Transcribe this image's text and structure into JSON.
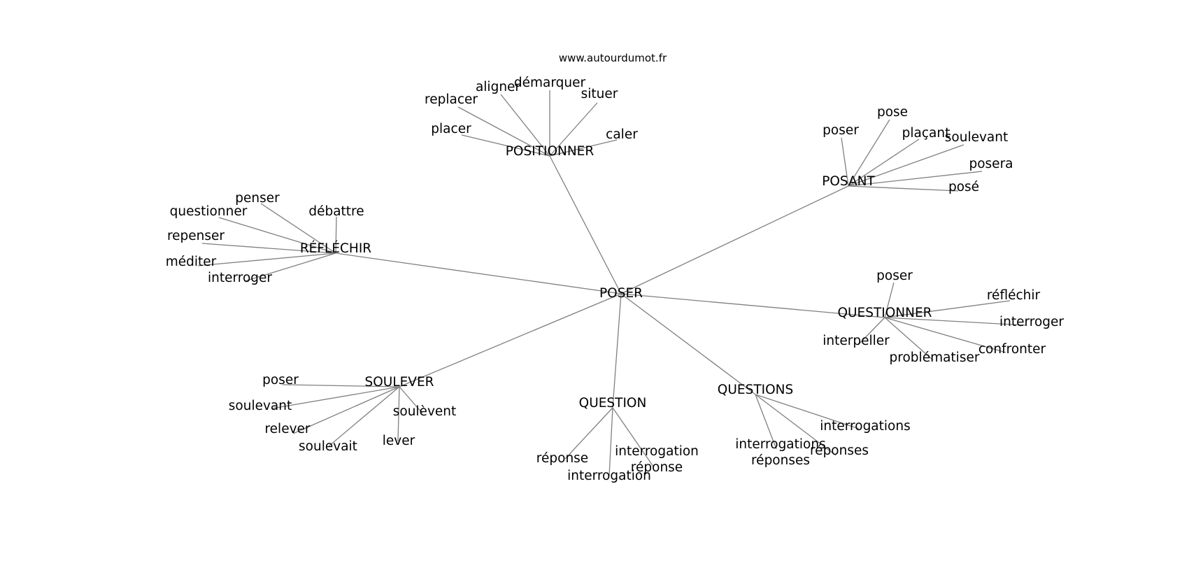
{
  "source": "www.autourdumot.fr",
  "graph": {
    "root": "POSER",
    "hubs": [
      {
        "id": "positionner",
        "label": "POSITIONNER",
        "leaves": [
          {
            "id": "placer",
            "label": "placer"
          },
          {
            "id": "replacer",
            "label": "replacer"
          },
          {
            "id": "aligner",
            "label": "aligner"
          },
          {
            "id": "demarquer",
            "label": "démarquer"
          },
          {
            "id": "situer",
            "label": "situer"
          },
          {
            "id": "caler",
            "label": "caler"
          }
        ]
      },
      {
        "id": "posant",
        "label": "POSANT",
        "leaves": [
          {
            "id": "poser",
            "label": "poser"
          },
          {
            "id": "pose",
            "label": "pose"
          },
          {
            "id": "placant",
            "label": "plaçant"
          },
          {
            "id": "soulevant",
            "label": "soulevant"
          },
          {
            "id": "posera",
            "label": "posera"
          },
          {
            "id": "pose-participe",
            "label": "posé"
          }
        ]
      },
      {
        "id": "reflechir",
        "label": "RÉFLÉCHIR",
        "leaves": [
          {
            "id": "penser",
            "label": "penser"
          },
          {
            "id": "questionner",
            "label": "questionner"
          },
          {
            "id": "debattre",
            "label": "débattre"
          },
          {
            "id": "repenser",
            "label": "repenser"
          },
          {
            "id": "mediter",
            "label": "méditer"
          },
          {
            "id": "interroger",
            "label": "interroger"
          }
        ]
      },
      {
        "id": "questionner",
        "label": "QUESTIONNER",
        "leaves": [
          {
            "id": "poser",
            "label": "poser"
          },
          {
            "id": "reflechir",
            "label": "réfléchir"
          },
          {
            "id": "interroger",
            "label": "interroger"
          },
          {
            "id": "interpeller",
            "label": "interpeller"
          },
          {
            "id": "problematiser",
            "label": "problématiser"
          },
          {
            "id": "confronter",
            "label": "confronter"
          }
        ]
      },
      {
        "id": "soulever",
        "label": "SOULEVER",
        "leaves": [
          {
            "id": "poser",
            "label": "poser"
          },
          {
            "id": "soulevant",
            "label": "soulevant"
          },
          {
            "id": "soulevent",
            "label": "soulèvent"
          },
          {
            "id": "relever",
            "label": "relever"
          },
          {
            "id": "lever",
            "label": "lever"
          },
          {
            "id": "soulevait",
            "label": "soulevait"
          }
        ]
      },
      {
        "id": "question",
        "label": "QUESTION",
        "leaves": [
          {
            "id": "reponse",
            "label": "réponse"
          },
          {
            "id": "interrogation-reponse",
            "label": "interrogation\nréponse"
          },
          {
            "id": "interrogation",
            "label": "interrogation"
          }
        ]
      },
      {
        "id": "questions",
        "label": "QUESTIONS",
        "leaves": [
          {
            "id": "interrogations",
            "label": "interrogations"
          },
          {
            "id": "interrogations-reponses",
            "label": "interrogations\nréponses"
          },
          {
            "id": "reponses",
            "label": "réponses"
          }
        ]
      }
    ]
  }
}
